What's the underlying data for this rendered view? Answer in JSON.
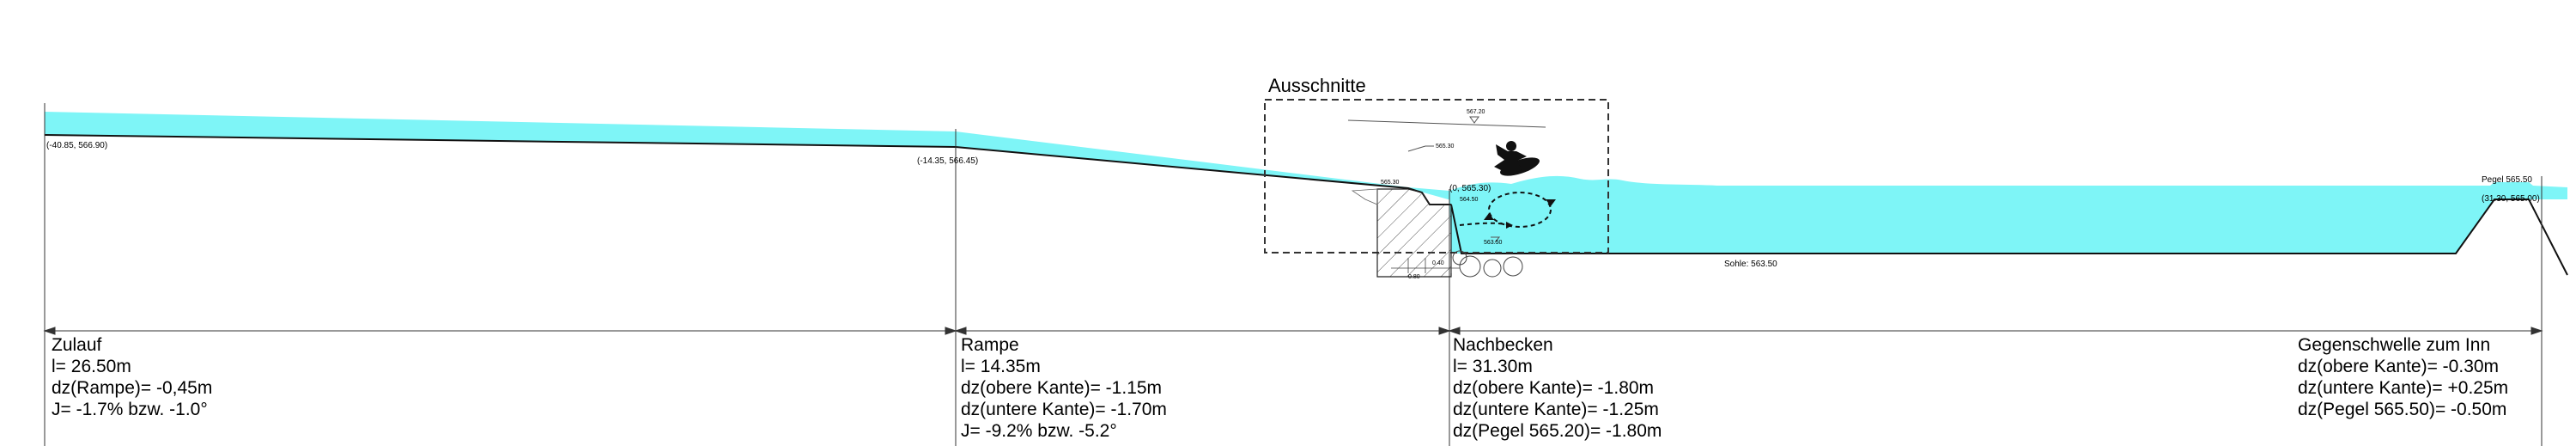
{
  "section_title": "Ausschnitte",
  "points": {
    "inlet": "(-40.85, 566.90)",
    "ramp_start": "(-14.35, 566.45)",
    "ramp_end": "(0, 565.30)",
    "outlet": "(31.30, 565.00)"
  },
  "pegel_label": "Pegel 565.50",
  "sohle_label": "Sohle: 563.50",
  "detail_labels": {
    "top_level": "567.20",
    "lip_level": "565.30",
    "left_level": "565.30",
    "mid_level": "564.50",
    "lower_level": "563.50",
    "dim_a": "0.40",
    "dim_b": "0.80"
  },
  "segments": {
    "zulauf": {
      "name": "Zulauf",
      "lines": [
        "l= 26.50m",
        "dz(Rampe)= -0,45m",
        "J= -1.7%  bzw. -1.0°"
      ]
    },
    "rampe": {
      "name": "Rampe",
      "lines": [
        "l= 14.35m",
        "dz(obere Kante)=  -1.15m",
        "dz(untere Kante)= -1.70m",
        "J= -9.2% bzw. -5.2°"
      ]
    },
    "nachbecken": {
      "name": "Nachbecken",
      "lines": [
        "l= 31.30m",
        "dz(obere Kante)= -1.80m",
        "dz(untere Kante)= -1.25m",
        "dz(Pegel 565.20)=  -1.80m"
      ]
    },
    "gegenschwelle": {
      "name": "Gegenschwelle zum Inn",
      "lines": [
        "dz(obere Kante)=  -0.30m",
        "dz(untere Kante)= +0.25m",
        "dz(Pegel 565.50)= -0.50m"
      ]
    }
  },
  "colors": {
    "water": "#7ef5f7",
    "line": "#111111",
    "hatch": "#555555"
  }
}
